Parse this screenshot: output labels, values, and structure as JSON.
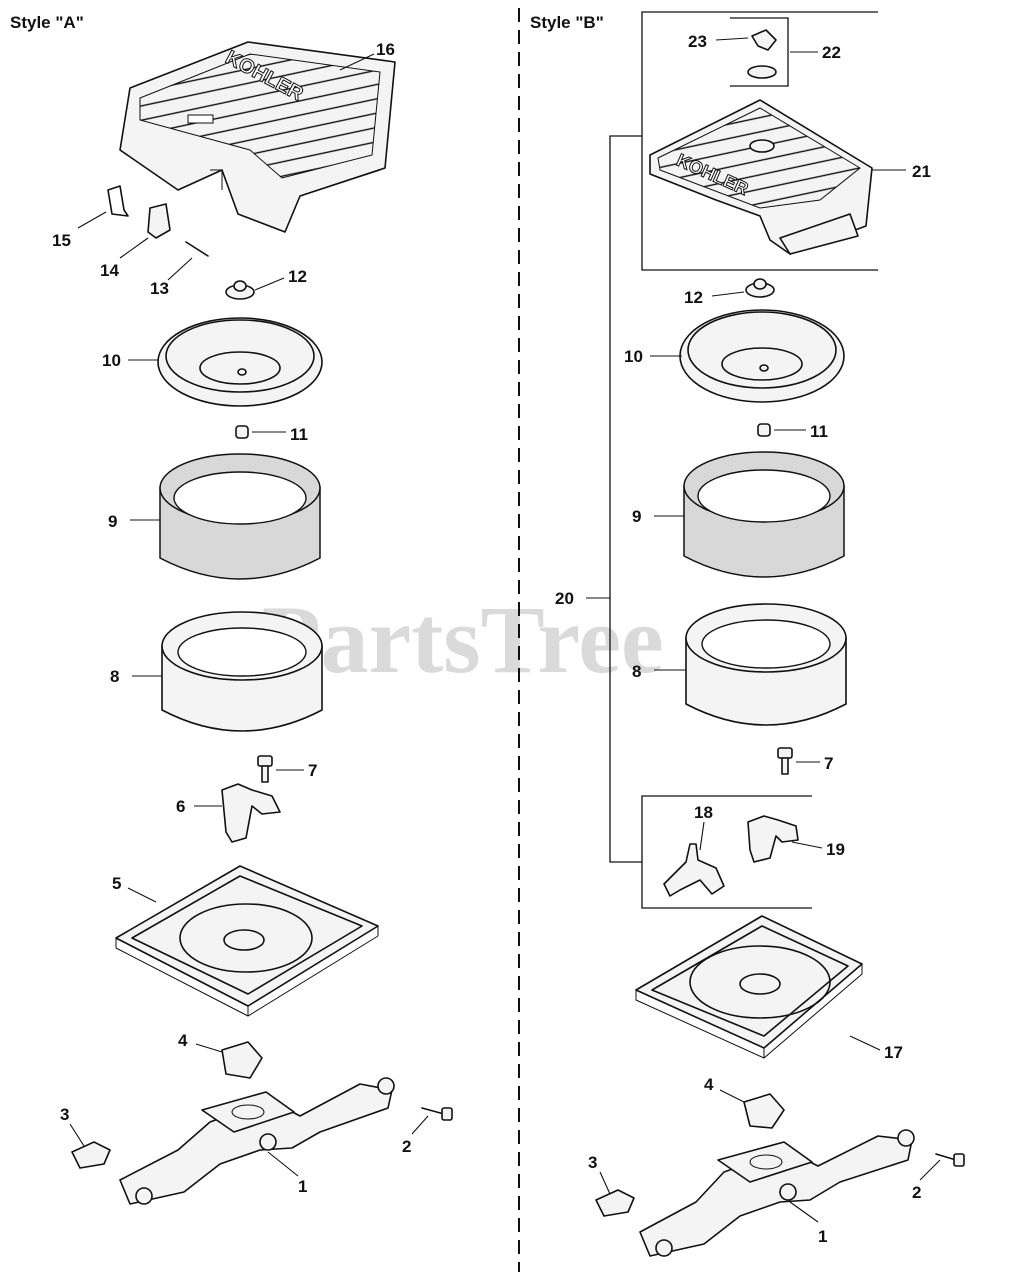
{
  "style_labels": {
    "left": "Style \"A\"",
    "right": "Style \"B\""
  },
  "watermark": "PartsTree",
  "brand_lettering": "KOHLER",
  "callouts": {
    "a16": "16",
    "a15": "15",
    "a14": "14",
    "a13": "13",
    "a12": "12",
    "a10": "10",
    "a11": "11",
    "a9": "9",
    "a8": "8",
    "a7": "7",
    "a6": "6",
    "a5": "5",
    "a4": "4",
    "a3": "3",
    "a2": "2",
    "a1": "1",
    "b23": "23",
    "b22": "22",
    "b21": "21",
    "b12": "12",
    "b10": "10",
    "b11": "11",
    "b9": "9",
    "b20": "20",
    "b8": "8",
    "b7": "7",
    "b18": "18",
    "b19": "19",
    "b17": "17",
    "b4": "4",
    "b3": "3",
    "b2": "2",
    "b1": "1"
  }
}
